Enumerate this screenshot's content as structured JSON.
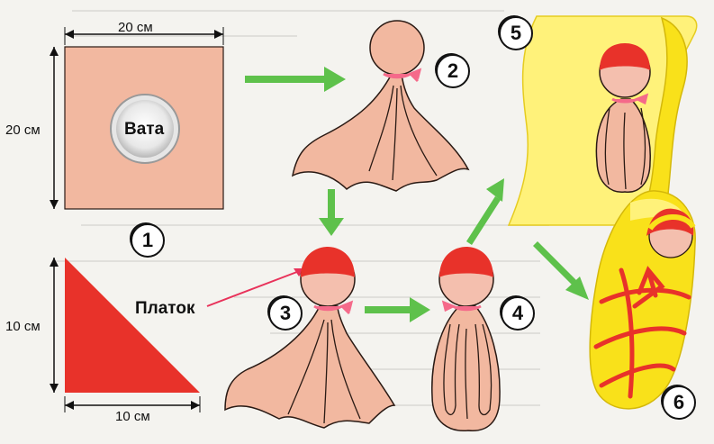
{
  "labels": {
    "square_width": "20 см",
    "square_height": "20 см",
    "wool": "Вата",
    "handkerchief": "Платок",
    "triangle_height": "10 см",
    "triangle_width": "10 см"
  },
  "steps": [
    "1",
    "2",
    "3",
    "4",
    "5",
    "6"
  ],
  "colors": {
    "fabric": "#f2b8a0",
    "fabric_outline": "#2a1a14",
    "head_skin": "#f4bfae",
    "kerchief_red": "#e8322a",
    "arrow_green": "#5ec14b",
    "swaddle_yellow": "#fff27a",
    "swaddle_outer": "#f9e11a",
    "tie_pink": "#f56a8a",
    "wool_white": "#ffffff"
  }
}
